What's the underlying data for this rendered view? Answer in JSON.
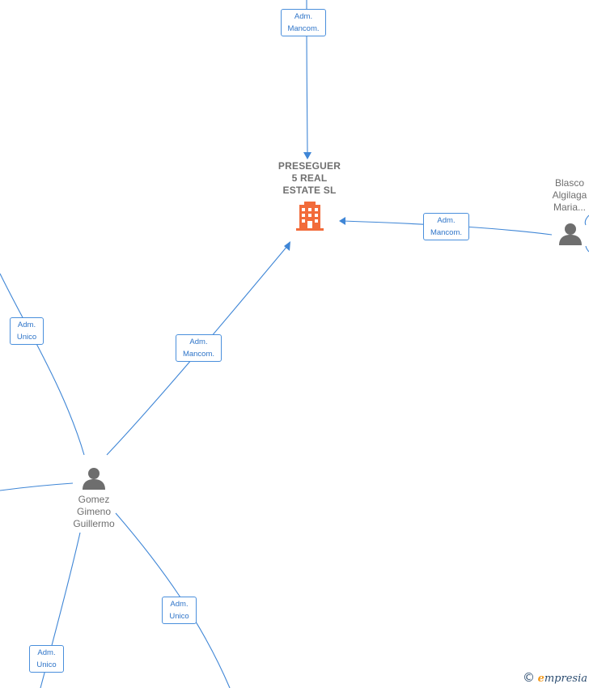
{
  "company": {
    "name_lines": [
      "PRESEGUER",
      "5 REAL",
      "ESTATE  SL"
    ],
    "icon": "building-icon",
    "color": "#f26b3a"
  },
  "people": [
    {
      "id": "gomez",
      "name_lines": [
        "Gomez",
        "Gimeno",
        "Guillermo"
      ],
      "icon": "person-icon"
    },
    {
      "id": "blasco",
      "name_lines": [
        "Blasco",
        "Algilaga",
        "Maria..."
      ],
      "icon": "person-icon"
    }
  ],
  "relations": [
    {
      "id": "top",
      "lines": [
        "Adm.",
        "Mancom."
      ]
    },
    {
      "id": "blasco-company",
      "lines": [
        "Adm.",
        "Mancom."
      ]
    },
    {
      "id": "gomez-company",
      "lines": [
        "Adm.",
        "Mancom."
      ]
    },
    {
      "id": "left-upper",
      "lines": [
        "Adm.",
        "Unico"
      ]
    },
    {
      "id": "gomez-right-down",
      "lines": [
        "Adm.",
        "Unico"
      ]
    },
    {
      "id": "gomez-left-down",
      "lines": [
        "Adm.",
        "Unico"
      ]
    }
  ],
  "colors": {
    "edge": "#3f86d6",
    "person": "#6e6e6e",
    "label_text": "#2e74c8"
  },
  "watermark": {
    "symbol": "©",
    "brand_initial": "e",
    "brand_rest": "mpresia"
  }
}
